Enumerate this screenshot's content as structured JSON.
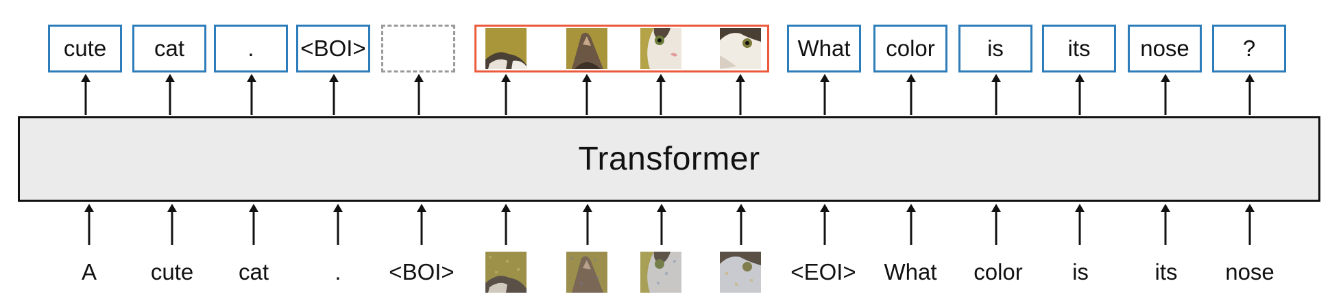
{
  "transformer": {
    "label": "Transformer"
  },
  "output_tokens": [
    {
      "kind": "text",
      "label": "cute"
    },
    {
      "kind": "text",
      "label": "cat"
    },
    {
      "kind": "text",
      "label": "."
    },
    {
      "kind": "text",
      "label": "<BOI>"
    },
    {
      "kind": "masked",
      "label": ""
    },
    {
      "kind": "image"
    },
    {
      "kind": "image"
    },
    {
      "kind": "image"
    },
    {
      "kind": "image"
    },
    {
      "kind": "text",
      "label": "What"
    },
    {
      "kind": "text",
      "label": "color"
    },
    {
      "kind": "text",
      "label": "is"
    },
    {
      "kind": "text",
      "label": "its"
    },
    {
      "kind": "text",
      "label": "nose"
    },
    {
      "kind": "text",
      "label": "?"
    }
  ],
  "input_tokens": [
    {
      "kind": "text",
      "label": "A"
    },
    {
      "kind": "text",
      "label": "cute"
    },
    {
      "kind": "text",
      "label": "cat"
    },
    {
      "kind": "text",
      "label": "."
    },
    {
      "kind": "text",
      "label": "<BOI>"
    },
    {
      "kind": "image"
    },
    {
      "kind": "image"
    },
    {
      "kind": "image"
    },
    {
      "kind": "image"
    },
    {
      "kind": "text",
      "label": "<EOI>"
    },
    {
      "kind": "text",
      "label": "What"
    },
    {
      "kind": "text",
      "label": "color"
    },
    {
      "kind": "text",
      "label": "is"
    },
    {
      "kind": "text",
      "label": "its"
    },
    {
      "kind": "text",
      "label": "nose"
    }
  ],
  "colors": {
    "text_token_border": "#2e7dbb",
    "image_group_border": "#ec5a3c",
    "masked_border": "#9a9a9a",
    "transformer_fill": "#ebebeb",
    "arrow": "#111111"
  }
}
